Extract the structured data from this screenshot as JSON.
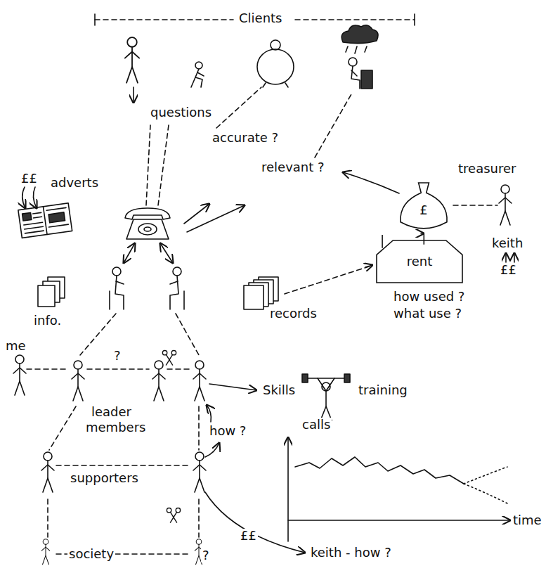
{
  "diagram": {
    "nodes": [
      {
        "text": [
          "£"
        ]
      },
      {
        "text": [
          "rent"
        ]
      }
    ],
    "edges": [
      {
        "from": 0,
        "to": 1,
        "arrow": "to"
      }
    ],
    "labels": [
      "Clients",
      "questions",
      "accurate ?",
      "relevant ?",
      "££",
      "adverts",
      "treasurer",
      "keith",
      "££",
      "info.",
      "records",
      "how used ?",
      "what use ?",
      "me",
      "?",
      "leader",
      "members",
      "Skills",
      "training",
      "how ?",
      "calls",
      "supporters",
      "time",
      "££",
      "?",
      "keith - how ?",
      "society"
    ]
  }
}
